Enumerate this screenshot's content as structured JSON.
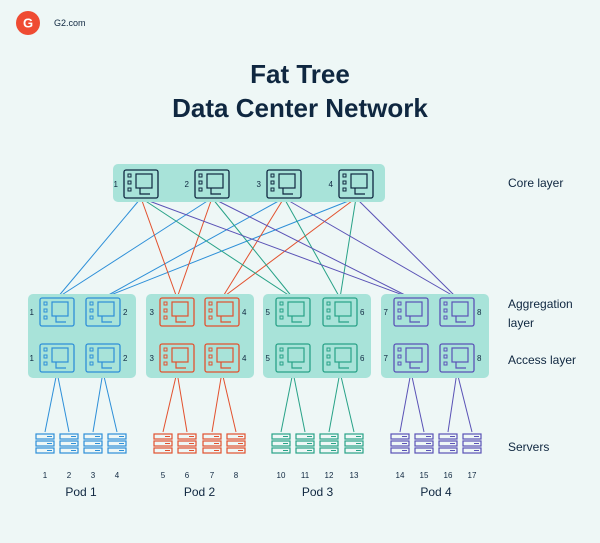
{
  "header": {
    "logo_text": "G",
    "site": "G2.com"
  },
  "title_line1": "Fat Tree",
  "title_line2": "Data Center Network",
  "layers": {
    "core": "Core layer",
    "aggregation_1": "Aggregation",
    "aggregation_2": "layer",
    "access": "Access layer",
    "servers": "Servers"
  },
  "core_switches": [
    "1",
    "2",
    "3",
    "4"
  ],
  "pods": [
    {
      "label": "Pod 1",
      "color": "#2d8fd8",
      "agg": [
        "1",
        "2"
      ],
      "acc": [
        "1",
        "2"
      ],
      "servers": [
        "1",
        "2",
        "3",
        "4"
      ]
    },
    {
      "label": "Pod 2",
      "color": "#e2512e",
      "agg": [
        "3",
        "4"
      ],
      "acc": [
        "3",
        "4"
      ],
      "servers": [
        "5",
        "6",
        "7",
        "8"
      ]
    },
    {
      "label": "Pod 3",
      "color": "#28a287",
      "agg": [
        "5",
        "6"
      ],
      "acc": [
        "5",
        "6"
      ],
      "servers": [
        "10",
        "11",
        "12",
        "13"
      ]
    },
    {
      "label": "Pod 4",
      "color": "#5a52b6",
      "agg": [
        "7",
        "8"
      ],
      "acc": [
        "7",
        "8"
      ],
      "servers": [
        "14",
        "15",
        "16",
        "17"
      ]
    }
  ],
  "colors": {
    "background": "#eef7f6",
    "panel": "#a8e3d9",
    "text": "#0f2740",
    "core": "#0f2740",
    "g2_logo": "#ef4b32"
  }
}
